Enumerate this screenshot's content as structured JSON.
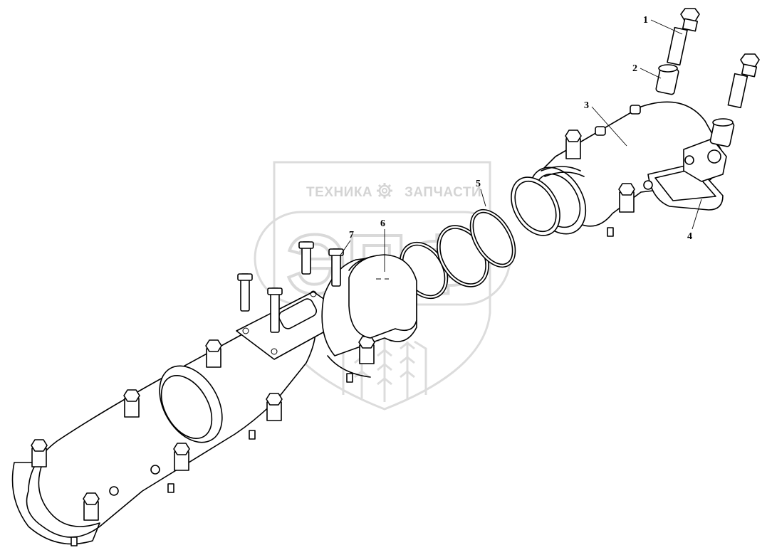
{
  "watermark": {
    "left_word": "ТЕХНИКА",
    "right_word": "ЗАПЧАСТИ",
    "brand": "ЭПФ",
    "gear_icon": "gear-icon",
    "color": "#d4d4d4"
  },
  "callouts": [
    {
      "id": "callout-1",
      "label": "1"
    },
    {
      "id": "callout-2",
      "label": "2"
    },
    {
      "id": "callout-3",
      "label": "3"
    },
    {
      "id": "callout-4",
      "label": "4"
    },
    {
      "id": "callout-5",
      "label": "5"
    },
    {
      "id": "callout-6",
      "label": "6"
    },
    {
      "id": "callout-7",
      "label": "7"
    }
  ]
}
